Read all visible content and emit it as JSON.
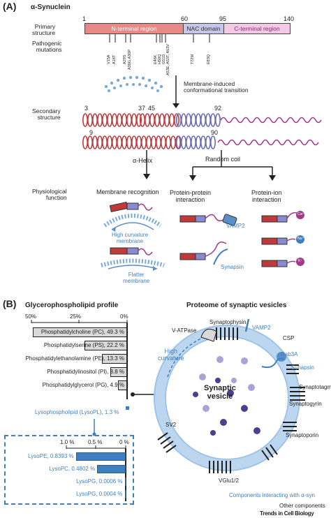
{
  "panelA": {
    "label": "(A)",
    "title": "α-Synuclein",
    "primary_label": "Primary\nstructure",
    "pathogenic_label": "Pathogenic\nmutations",
    "positions": [
      "1",
      "60",
      "95",
      "140"
    ],
    "domains": [
      "N-terminal region",
      "NAC domain",
      "C-terminal region"
    ],
    "mutations": [
      "V15A",
      "A18T",
      "A29S",
      "A30G,A30P",
      "E46K",
      "H50Q",
      "G51D",
      "A53E, A53T, A53V",
      "T72M",
      "E83Q"
    ],
    "transition_label": "Membrane-induced\nconformational transition",
    "secondary_label": "Secondary\nstructure",
    "helix1_positions": [
      "3",
      "37",
      "45",
      "92"
    ],
    "helix2_positions": [
      "9",
      "90"
    ],
    "alpha_helix": "α-Helix",
    "random_coil": "Random coil",
    "physio_label": "Physiological\nfunction",
    "membrane_recognition": "Membrane recognition",
    "ppi": "Protein-protein\ninteraction",
    "pii": "Protein-ion\ninteraction",
    "high_curv": "High curvature\nmembrane",
    "flatter": "Flatter\nmembrane",
    "vamp2": "VAMP2",
    "synapsin": "Synapsin",
    "ions": [
      "Ca²⁺",
      "Na⁺",
      "K⁺"
    ]
  },
  "panelB": {
    "label": "(B)",
    "glyc_title": "Glycerophospholipid profile",
    "axis": [
      "50%",
      "25%",
      "0%"
    ],
    "lipids": [
      {
        "label": "Phosphatidylcholine (PC), 49.3 %",
        "value": 49.3
      },
      {
        "label": "Phosphatidylserine (PS), 22.2 %",
        "value": 22.2
      },
      {
        "label": "Phosphatidylethanolamine (PE), 13.3 %",
        "value": 13.3
      },
      {
        "label": "Phosphatidylinositol (PI), 8.8 %",
        "value": 8.8
      },
      {
        "label": "Phosphatidylglycerol (PG), 4.9 %",
        "value": 4.9
      }
    ],
    "lyso_total": "Lysophospholipid (LysoPL), 1.3 %",
    "lyso_axis": [
      "1.0 %",
      "0.5 %",
      "0 %"
    ],
    "lyso": [
      {
        "label": "LysoPE, 0.8393 %",
        "value": 0.8393
      },
      {
        "label": "LysoPC, 0.4802 %",
        "value": 0.4802
      },
      {
        "label": "LysoPG, 0.0006 %",
        "value": 0.0006
      },
      {
        "label": "LysoPG, 0.0004 %",
        "value": 0.0004
      }
    ],
    "proteome_title": "Proteome of synaptic vesicles",
    "proteins": {
      "synaptophysin": "Synaptophysin",
      "vatpase": "V-ATPase",
      "vamp2": "VAMP2",
      "csp": "CSP",
      "rab3a": "Rab3A",
      "synapsin": "Synapsin",
      "synaptotagmin": "Synaptotagmin",
      "synaptogyrin": "Synaptogyrin",
      "sv2": "SV2",
      "synaptoporin": "Synaptoporin",
      "vglu": "VGlu1/2"
    },
    "high_curvature": "High\ncurvature",
    "vesicle_label": "Synaptic\nvesicle",
    "legend_asyn": "Components interacting with α-syn",
    "legend_other": "Other components",
    "credit": "Trends in Cell Biology"
  },
  "colors": {
    "red": "#c0393b",
    "blue": "#6a6ab8",
    "purple": "#a03a8a",
    "nterm": "#e58a86",
    "nac": "#c9c4ea",
    "cterm": "#f3c9e6",
    "accent": "#3f7fc0"
  }
}
